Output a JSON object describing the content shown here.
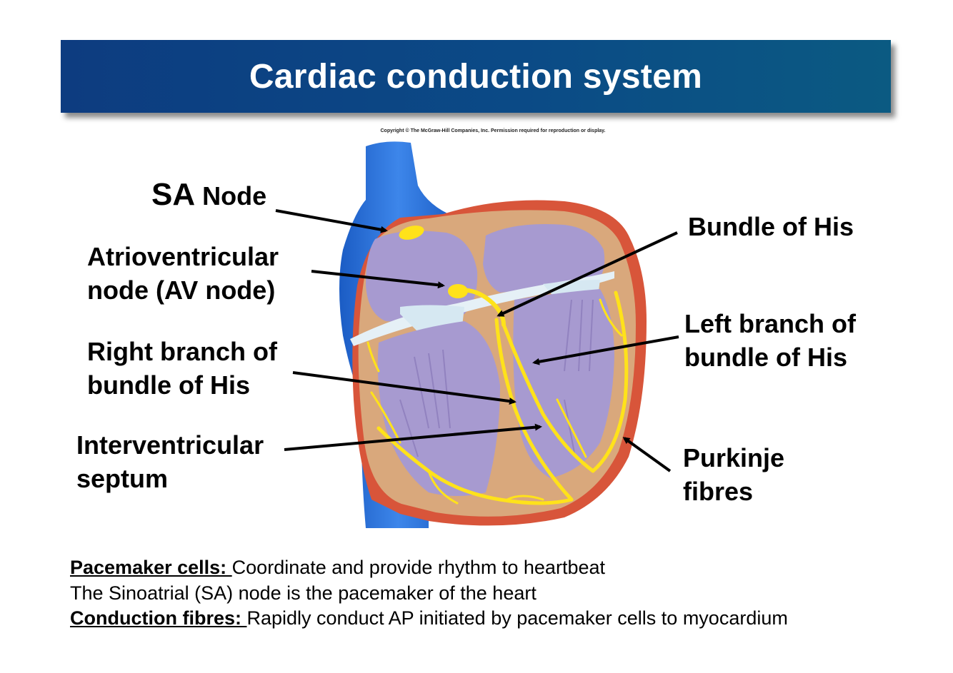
{
  "title": "Cardiac conduction system",
  "copyright": "Copyright © The McGraw-Hill Companies, Inc. Permission required for reproduction or display.",
  "labels": {
    "sa_node_abbr": "SA",
    "sa_node_word": "Node",
    "av_node_line1": "Atrioventricular",
    "av_node_line2": "node (AV node)",
    "right_branch_line1": "Right branch of",
    "right_branch_line2": "bundle of His",
    "septum_line1": "Interventricular",
    "septum_line2": "septum",
    "bundle_of_his": "Bundle of His",
    "left_branch_line1": "Left branch of",
    "left_branch_line2": "bundle of His",
    "purkinje_line1": "Purkinje",
    "purkinje_line2": "fibres"
  },
  "footer": {
    "line1_term": "Pacemaker cells: ",
    "line1_text": "Coordinate and provide rhythm to heartbeat",
    "line2_text": "The Sinoatrial (SA) node is the pacemaker of the heart",
    "line3_term": "Conduction fibres: ",
    "line3_text": "Rapidly conduct AP initiated by pacemaker cells to myocardium"
  },
  "colors": {
    "title_bar": "#0d3c80",
    "vena_cava": "#2a6fd6",
    "myocardium": "#d9a87c",
    "chamber": "#a79ad0",
    "valve": "#d6e8f2",
    "conduction": "#ffe21a",
    "epicardium": "#d8553a"
  }
}
